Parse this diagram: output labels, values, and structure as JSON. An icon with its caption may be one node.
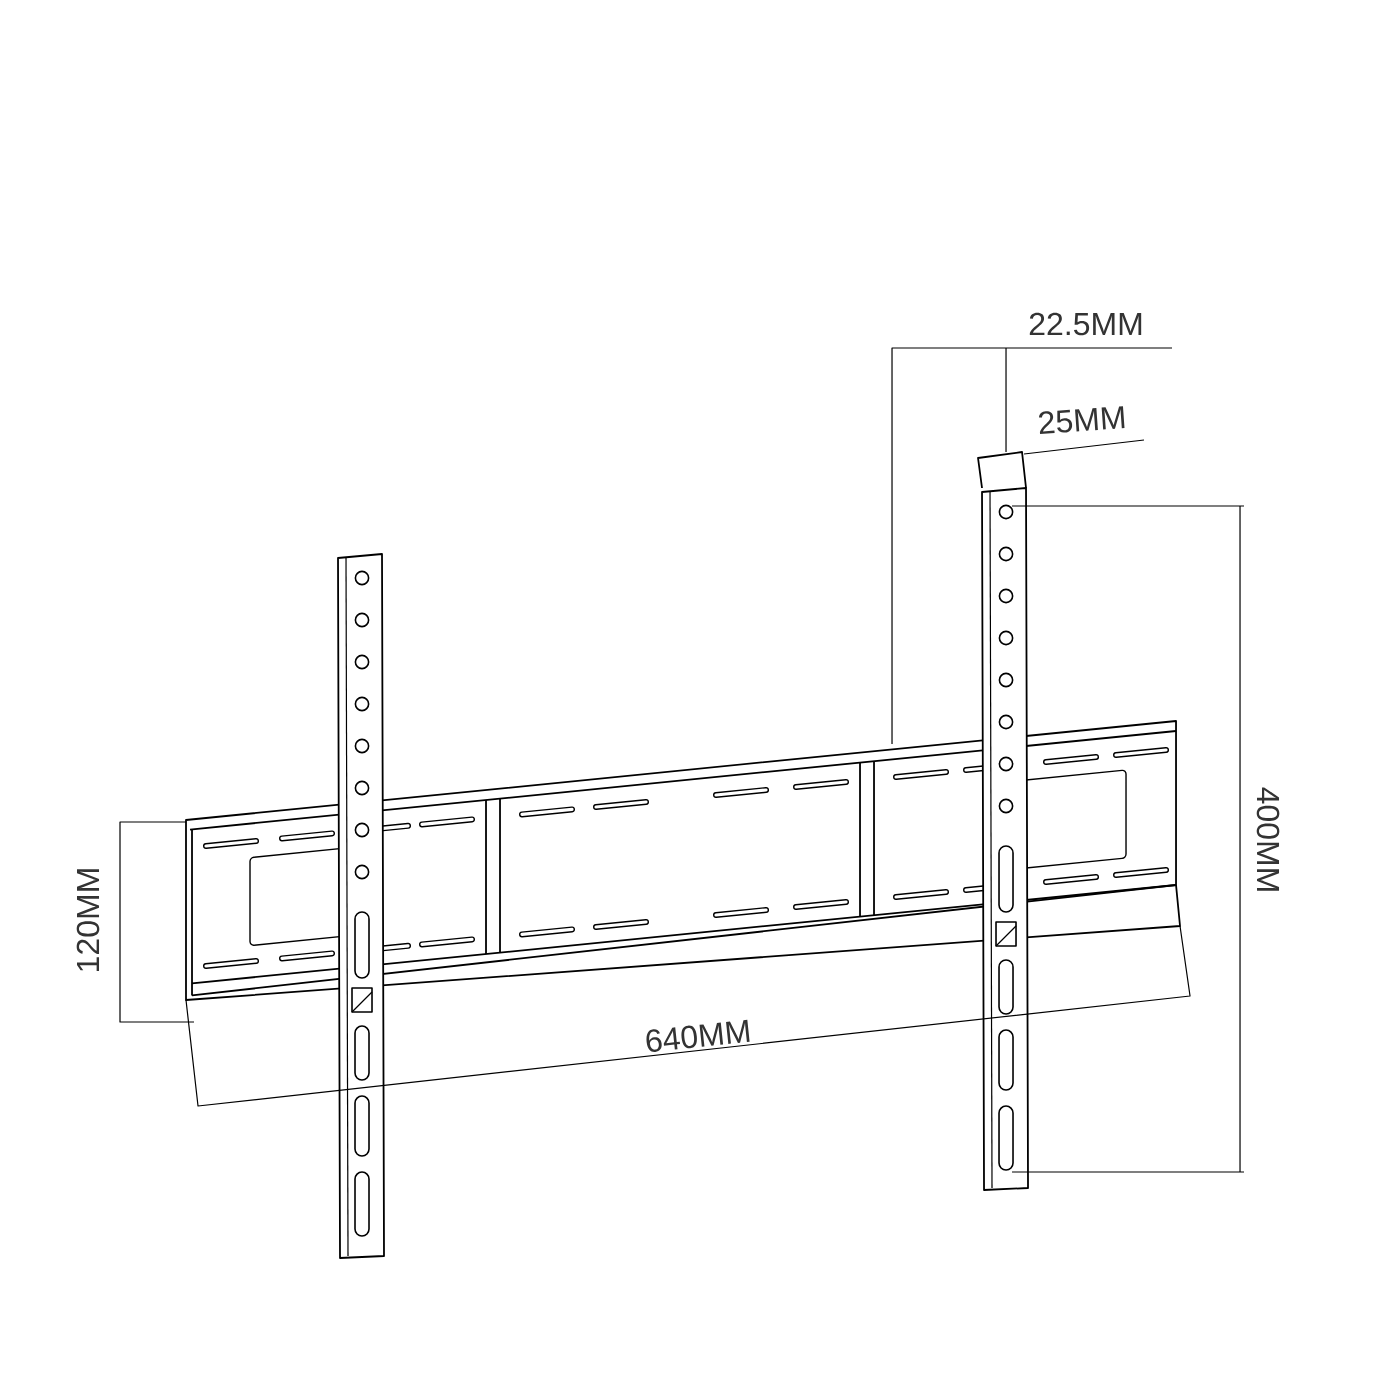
{
  "diagram": {
    "labels": [
      "22.5MM",
      "25MM",
      "400MM",
      "120MM",
      "640MM"
    ]
  }
}
